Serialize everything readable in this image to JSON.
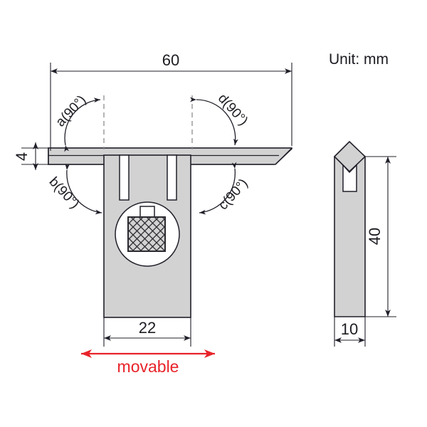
{
  "drawing": {
    "unit_note": "Unit: mm",
    "movable_label": "movable",
    "dimensions": {
      "plate_length": "60",
      "plate_thickness": "4",
      "body_width": "22",
      "side_height": "40",
      "side_width": "10"
    },
    "angles": [
      {
        "id": "a",
        "label": "a(90°)"
      },
      {
        "id": "b",
        "label": "b(90°)"
      },
      {
        "id": "c",
        "label": "c(90°)"
      },
      {
        "id": "d",
        "label": "d(90°)"
      }
    ],
    "colors": {
      "part_fill": "#d2d2d2",
      "outline": "#20202a",
      "hole": "#ffffff",
      "accent_red": "#e8232a",
      "construction": "#8d8d92"
    },
    "views": {
      "front_view_name": "front-view",
      "side_view_name": "side-view"
    }
  }
}
